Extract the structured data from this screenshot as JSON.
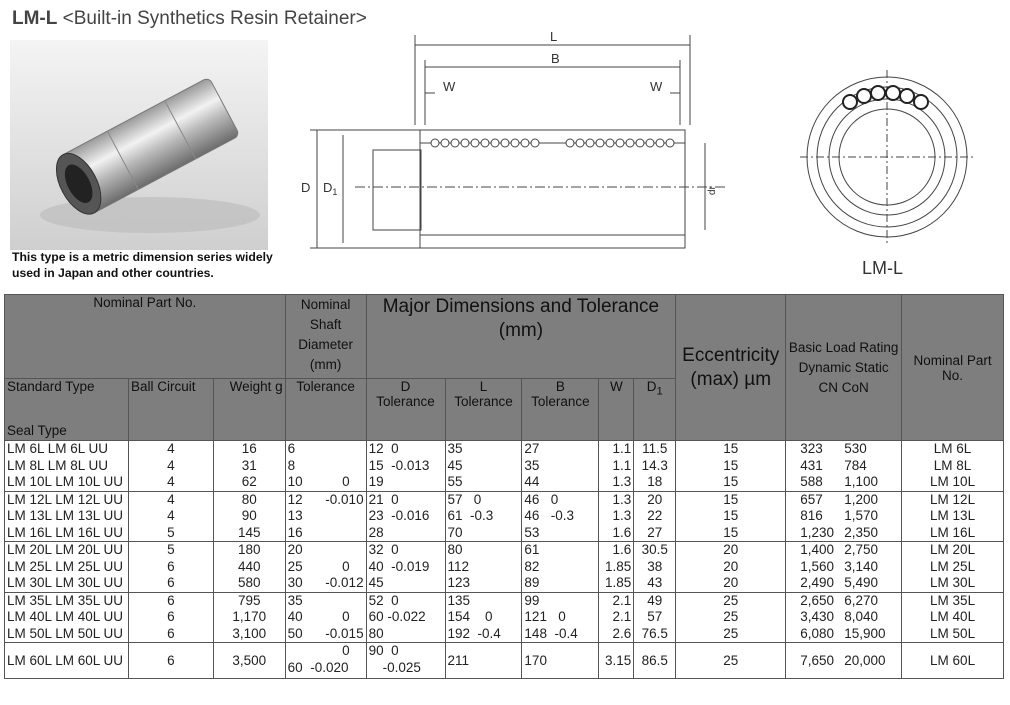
{
  "header": {
    "model": "LM-L",
    "subtitle": "<Built-in Synthetics Resin Retainer>"
  },
  "caption": "This type is a metric dimension series widely used in Japan and other countries.",
  "drawing": {
    "dim_L": "L",
    "dim_B": "B",
    "dim_W": "W",
    "dim_D": "D",
    "dim_D1": "D",
    "dim_D1_sub": "1",
    "dim_dr": "dr"
  },
  "endview_label": "LM-L",
  "table": {
    "headers": {
      "nominal_part": "Nominal Part No.",
      "shaft_diameter": "Nominal Shaft Diameter (mm)",
      "major_dims": "Major Dimensions and Tolerance (mm)",
      "eccentricity": "Eccentricity (max) µm",
      "load_rating": "Basic Load Rating Dynamic Static CN CoN",
      "nominal_part_right": "Nominal Part No.",
      "standard_type": "Standard Type",
      "seal_type": "Seal Type",
      "ball_circuit": "Ball Circuit",
      "weight": "Weight g",
      "tolerance": "Tolerance",
      "D": "D",
      "L": "L",
      "B": "B",
      "W": "W",
      "D1": "D",
      "D1_sub": "1",
      "tol_label": "Tolerance"
    },
    "groups": [
      {
        "std": [
          "LM 6L  LM 6L UU",
          "LM 8L  LM 8L UU",
          "LM 10L  LM 10L UU"
        ],
        "ball": [
          "4",
          "4",
          "4"
        ],
        "weight": [
          "16",
          "31",
          "62"
        ],
        "shaft": [
          "6",
          "8",
          "10"
        ],
        "shaft_tol": [
          "",
          "",
          "0"
        ],
        "D": [
          "12",
          "15",
          "19"
        ],
        "D_tol": [
          "0",
          "-0.013",
          ""
        ],
        "L": [
          "35",
          "45",
          "55"
        ],
        "L_tol": [
          "",
          "",
          ""
        ],
        "B": [
          "27",
          "35",
          "44"
        ],
        "B_tol": [
          "",
          "",
          ""
        ],
        "W": [
          "1.1",
          "1.1",
          "1.3"
        ],
        "D1": [
          "11.5",
          "14.3",
          "18"
        ],
        "ecc": [
          "15",
          "15",
          "15"
        ],
        "cn": [
          "323",
          "431",
          "588"
        ],
        "con": [
          "530",
          "784",
          "1,100"
        ],
        "part": [
          "LM 6L",
          "LM 8L",
          "LM 10L"
        ]
      },
      {
        "std": [
          "LM 12L  LM 12L UU",
          "LM 13L  LM 13L UU",
          "LM 16L  LM 16L UU"
        ],
        "ball": [
          "4",
          "4",
          "5"
        ],
        "weight": [
          "80",
          "90",
          "145"
        ],
        "shaft": [
          "12",
          "13",
          "16"
        ],
        "shaft_tol": [
          "-0.010",
          "",
          ""
        ],
        "D": [
          "21",
          "23",
          "28"
        ],
        "D_tol": [
          "0",
          "-0.016",
          ""
        ],
        "L": [
          "57",
          "61",
          "70"
        ],
        "L_tol": [
          "0",
          "-0.3",
          ""
        ],
        "B": [
          "46",
          "46",
          "53"
        ],
        "B_tol": [
          "0",
          "-0.3",
          ""
        ],
        "W": [
          "1.3",
          "1.3",
          "1.6"
        ],
        "D1": [
          "20",
          "22",
          "27"
        ],
        "ecc": [
          "15",
          "15",
          "15"
        ],
        "cn": [
          "657",
          "816",
          "1,230"
        ],
        "con": [
          "1,200",
          "1,570",
          "2,350"
        ],
        "part": [
          "LM 12L",
          "LM 13L",
          "LM 16L"
        ]
      },
      {
        "std": [
          "LM 20L  LM 20L UU",
          "LM 25L  LM 25L UU",
          "LM 30L  LM 30L UU"
        ],
        "ball": [
          "5",
          "6",
          "6"
        ],
        "weight": [
          "180",
          "440",
          "580"
        ],
        "shaft": [
          "20",
          "25",
          "30"
        ],
        "shaft_tol": [
          "",
          "0",
          "-0.012"
        ],
        "D": [
          "32",
          "40",
          "45"
        ],
        "D_tol": [
          "0",
          "-0.019",
          ""
        ],
        "L": [
          "80",
          "112",
          "123"
        ],
        "L_tol": [
          "",
          "",
          ""
        ],
        "B": [
          "61",
          "82",
          "89"
        ],
        "B_tol": [
          "",
          "",
          ""
        ],
        "W": [
          "1.6",
          "1.85",
          "1.85"
        ],
        "D1": [
          "30.5",
          "38",
          "43"
        ],
        "ecc": [
          "20",
          "20",
          "20"
        ],
        "cn": [
          "1,400",
          "1,560",
          "2,490"
        ],
        "con": [
          "2,750",
          "3,140",
          "5,490"
        ],
        "part": [
          "LM 20L",
          "LM 25L",
          "LM 30L"
        ]
      },
      {
        "std": [
          "LM 35L  LM 35L UU",
          "LM 40L  LM 40L UU",
          "LM 50L  LM 50L UU"
        ],
        "ball": [
          "6",
          "6",
          "6"
        ],
        "weight": [
          "795",
          "1,170",
          "3,100"
        ],
        "shaft": [
          "35",
          "40",
          "50"
        ],
        "shaft_tol": [
          "",
          "0",
          "-0.015"
        ],
        "D": [
          "52",
          "60",
          "80"
        ],
        "D_tol": [
          "0",
          "-0.022",
          ""
        ],
        "L": [
          "135",
          "154",
          "192"
        ],
        "L_tol": [
          "",
          "0",
          "-0.4"
        ],
        "B": [
          "99",
          "121",
          "148"
        ],
        "B_tol": [
          "",
          "0",
          "-0.4"
        ],
        "W": [
          "2.1",
          "2.1",
          "2.6"
        ],
        "D1": [
          "49",
          "57",
          "76.5"
        ],
        "ecc": [
          "25",
          "25",
          "25"
        ],
        "cn": [
          "2,650",
          "3,430",
          "6,080"
        ],
        "con": [
          "6,270",
          "8,040",
          "15,900"
        ],
        "part": [
          "LM 35L",
          "LM 40L",
          "LM 50L"
        ]
      },
      {
        "std": [
          "LM 60L  LM 60L UU"
        ],
        "ball": [
          "6"
        ],
        "weight": [
          "3,500"
        ],
        "shaft": [
          "60"
        ],
        "shaft_tol_top": "0",
        "shaft_tol": [
          "-0.020"
        ],
        "D": [
          "90"
        ],
        "D_tol_top": "0",
        "D_tol": [
          "-0.025"
        ],
        "L": [
          "211"
        ],
        "B": [
          "170"
        ],
        "W": [
          "3.15"
        ],
        "D1": [
          "86.5"
        ],
        "ecc": [
          "25"
        ],
        "cn": [
          "7,650"
        ],
        "con": [
          "20,000"
        ],
        "part": [
          "LM 60L"
        ]
      }
    ]
  }
}
